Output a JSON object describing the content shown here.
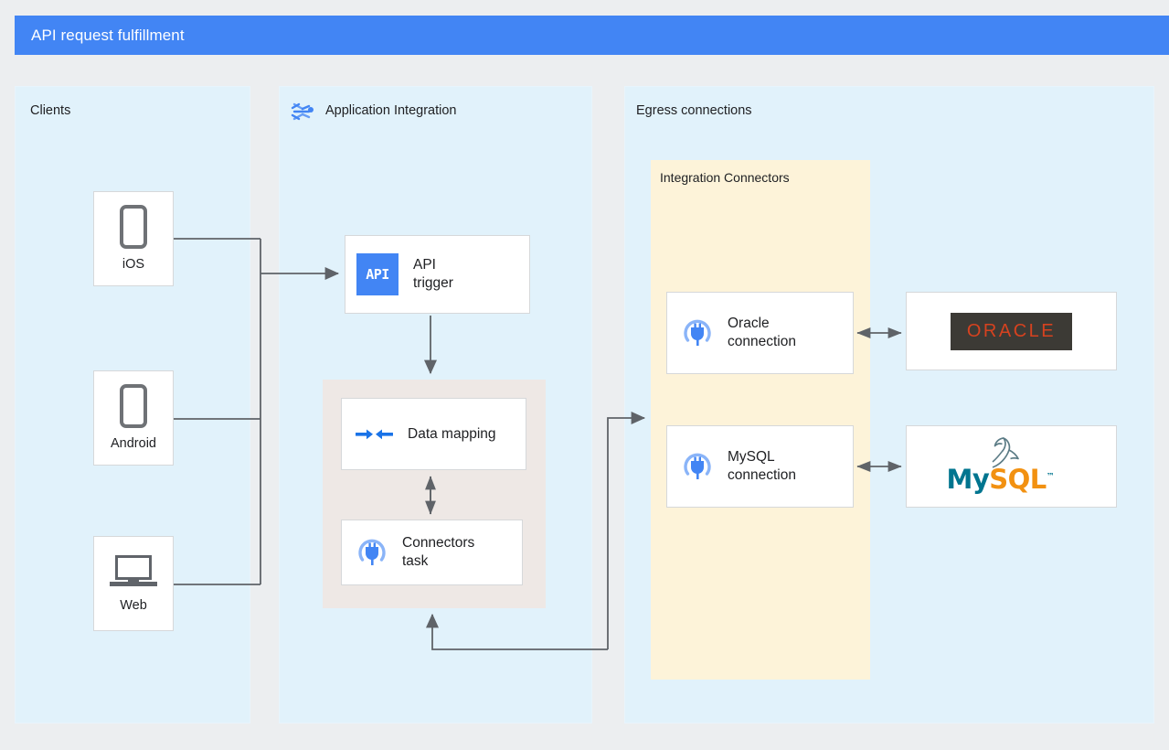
{
  "header": {
    "title": "API request fulfillment",
    "color": "#4285f4"
  },
  "panels": {
    "clients": {
      "title": "Clients",
      "color": "#e1f2fb"
    },
    "application_integration": {
      "title": "Application Integration",
      "icon": "application-integration-icon",
      "color": "#e1f2fb"
    },
    "egress": {
      "title": "Egress connections",
      "color": "#e1f2fb"
    },
    "integration_connectors": {
      "title": "Integration Connectors",
      "color": "#fdf3d9"
    }
  },
  "clients": [
    {
      "label": "iOS",
      "icon": "phone-icon"
    },
    {
      "label": "Android",
      "icon": "phone-icon"
    },
    {
      "label": "Web",
      "icon": "laptop-icon"
    }
  ],
  "integration_nodes": {
    "api_trigger": {
      "label": "API\ntrigger",
      "icon": "api-icon",
      "icon_text": "API",
      "icon_color": "#4285f4"
    },
    "data_mapping": {
      "label": "Data mapping",
      "icon": "data-mapping-icon",
      "icon_color": "#1a73e8"
    },
    "connectors_task": {
      "label": "Connectors\ntask",
      "icon": "connectors-plug-icon",
      "icon_color": "#4285f4"
    }
  },
  "connections": [
    {
      "label": "Oracle\nconnection",
      "icon": "connectors-plug-icon"
    },
    {
      "label": "MySQL\nconnection",
      "icon": "connectors-plug-icon"
    }
  ],
  "backends": [
    {
      "name": "oracle-logo",
      "text": "ORACLE",
      "text_color": "#d6421f",
      "background": "#3c3a35"
    },
    {
      "name": "mysql-logo",
      "text_primary": "My",
      "text_secondary": "SQL",
      "trademark": "™",
      "primary_color": "#00758f",
      "secondary_color": "#f29111"
    }
  ],
  "edges": [
    {
      "from": "clients",
      "to": "api-trigger",
      "style": "arrow"
    },
    {
      "from": "api-trigger",
      "to": "data-mapping",
      "style": "arrow"
    },
    {
      "from": "data-mapping",
      "to": "connectors-task",
      "style": "double-arrow"
    },
    {
      "from": "application-integration",
      "to": "integration-connectors",
      "style": "arrow"
    },
    {
      "from": "integration-connectors",
      "to": "application-integration",
      "style": "arrow-return"
    },
    {
      "from": "oracle-connection",
      "to": "oracle-logo",
      "style": "double-arrow"
    },
    {
      "from": "mysql-connection",
      "to": "mysql-logo",
      "style": "double-arrow"
    }
  ]
}
